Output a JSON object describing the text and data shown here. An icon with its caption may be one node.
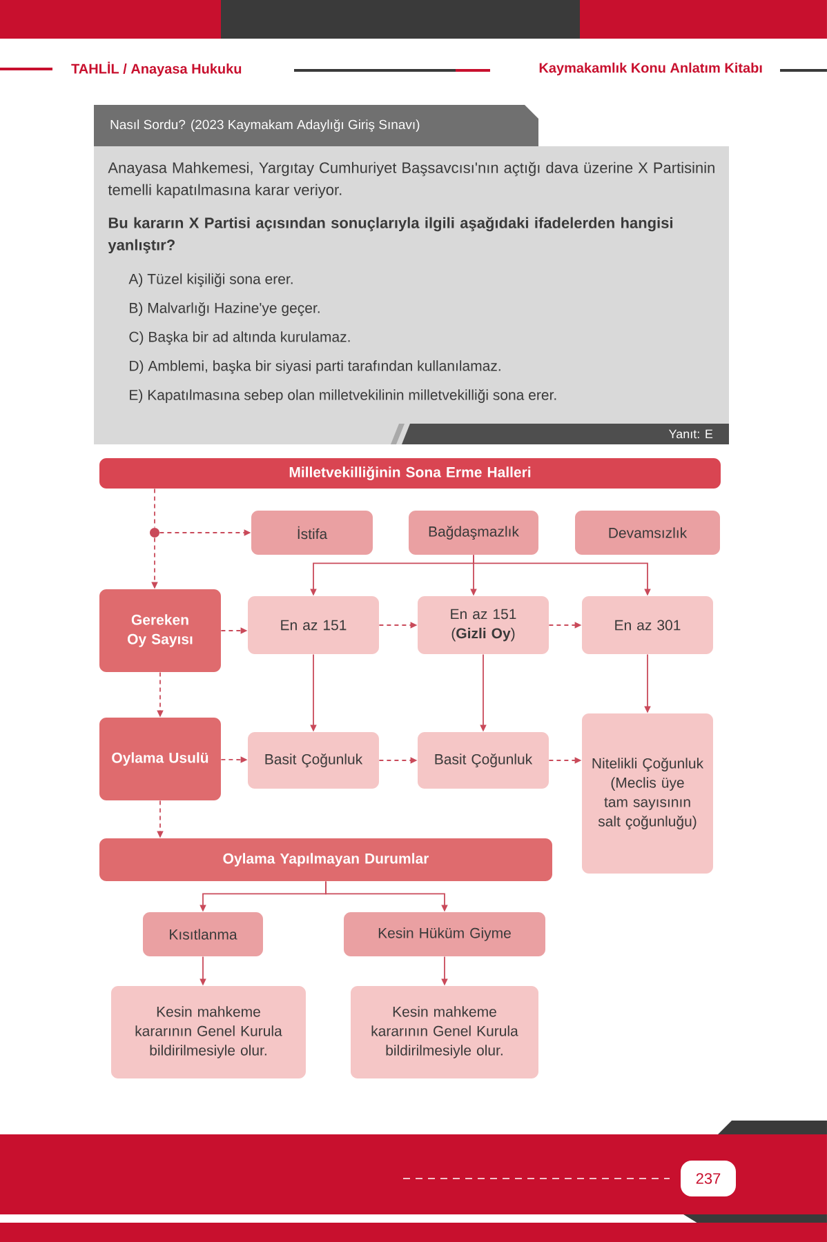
{
  "diagram": {
    "nodes": [
      {
        "text": [
          "Milletvekilliğinin Sona Erme Halleri"
        ]
      },
      {
        "text": [],
        "shape": "circle"
      },
      {
        "text": [
          "İstifa"
        ]
      },
      {
        "text": [
          "Bağdaşmazlık"
        ]
      },
      {
        "text": [
          "Devamsızlık"
        ]
      },
      {
        "text": [
          "Gereken Oy Sayısı"
        ]
      },
      {
        "text": [
          "En az 151"
        ]
      },
      {
        "text": [
          "En az 151 (**Gizli Oy**)"
        ]
      },
      {
        "text": [
          "En az 301"
        ]
      },
      {
        "text": [
          "Oylama Usulü"
        ]
      },
      {
        "text": [
          "Basit Çoğunluk"
        ]
      },
      {
        "text": [
          "Basit Çoğunluk"
        ]
      },
      {
        "text": [
          "Nitelikli Çoğunluk (Meclis üye tam sayısının salt çoğunluğu)"
        ]
      },
      {
        "text": [
          "Oylama Yapılmayan Durumlar"
        ]
      },
      {
        "text": [
          "Kısıtlanma"
        ]
      },
      {
        "text": [
          "Kesin Hüküm Giyme"
        ]
      },
      {
        "text": [
          "Kesin mahkeme kararının Genel Kurula bildirilmesiyle olur."
        ]
      },
      {
        "text": [
          "Kesin mahkeme kararının Genel Kurula bildirilmesiyle olur."
        ]
      }
    ],
    "edges": [
      {
        "from": 0,
        "to": 1,
        "arrow": "none",
        "style": "dashed"
      },
      {
        "from": 1,
        "to": 2,
        "arrow": "to",
        "style": "dashed"
      },
      {
        "from": 1,
        "to": 5,
        "arrow": "to",
        "style": "dashed"
      },
      {
        "from": 3,
        "to": 6,
        "arrow": "to"
      },
      {
        "from": 3,
        "to": 7,
        "arrow": "to"
      },
      {
        "from": 3,
        "to": 8,
        "arrow": "to"
      },
      {
        "from": 5,
        "to": 6,
        "arrow": "to",
        "style": "dashed"
      },
      {
        "from": 6,
        "to": 7,
        "arrow": "to",
        "style": "dashed"
      },
      {
        "from": 7,
        "to": 8,
        "arrow": "to",
        "style": "dashed"
      },
      {
        "from": 6,
        "to": 10,
        "arrow": "to"
      },
      {
        "from": 7,
        "to": 11,
        "arrow": "to"
      },
      {
        "from": 8,
        "to": 12,
        "arrow": "to"
      },
      {
        "from": 5,
        "to": 9,
        "arrow": "to",
        "style": "dashed"
      },
      {
        "from": 9,
        "to": 10,
        "arrow": "to",
        "style": "dashed"
      },
      {
        "from": 10,
        "to": 11,
        "arrow": "to",
        "style": "dashed"
      },
      {
        "from": 11,
        "to": 12,
        "arrow": "to",
        "style": "dashed"
      },
      {
        "from": 9,
        "to": 13,
        "arrow": "to",
        "style": "dashed"
      },
      {
        "from": 13,
        "to": 14,
        "arrow": "to"
      },
      {
        "from": 13,
        "to": 15,
        "arrow": "to"
      },
      {
        "from": 14,
        "to": 16,
        "arrow": "to"
      },
      {
        "from": 15,
        "to": 17,
        "arrow": "to"
      }
    ],
    "labels": [
      "TAHLİL / Anayasa Hukuku",
      "Kaymakamlık Konu Anlatım Kitabı",
      "Nasıl Sordu? (2023 Kaymakam Adaylığı Giriş Sınavı)",
      "Anayasa Mahkemesi, Yargıtay Cumhuriyet Başsavcısı'nın açtığı dava üzerine X Partisinin temelli kapatılmasına karar veriyor.",
      "Bu kararın X Partisi açısından sonuçlarıyla ilgili aşağıdaki ifadelerden hangisi yanlıştır?",
      "A) Tüzel kişiliği sona erer.",
      "B) Malvarlığı Hazine'ye geçer.",
      "C) Başka bir ad altında kurulamaz.",
      "D) Amblemi, başka bir siyasi parti tarafından kullanılamaz.",
      "E) Kapatılmasına sebep olan milletvekilinin milletvekilliği sona erer.",
      "Yanıt: E",
      "237"
    ]
  }
}
